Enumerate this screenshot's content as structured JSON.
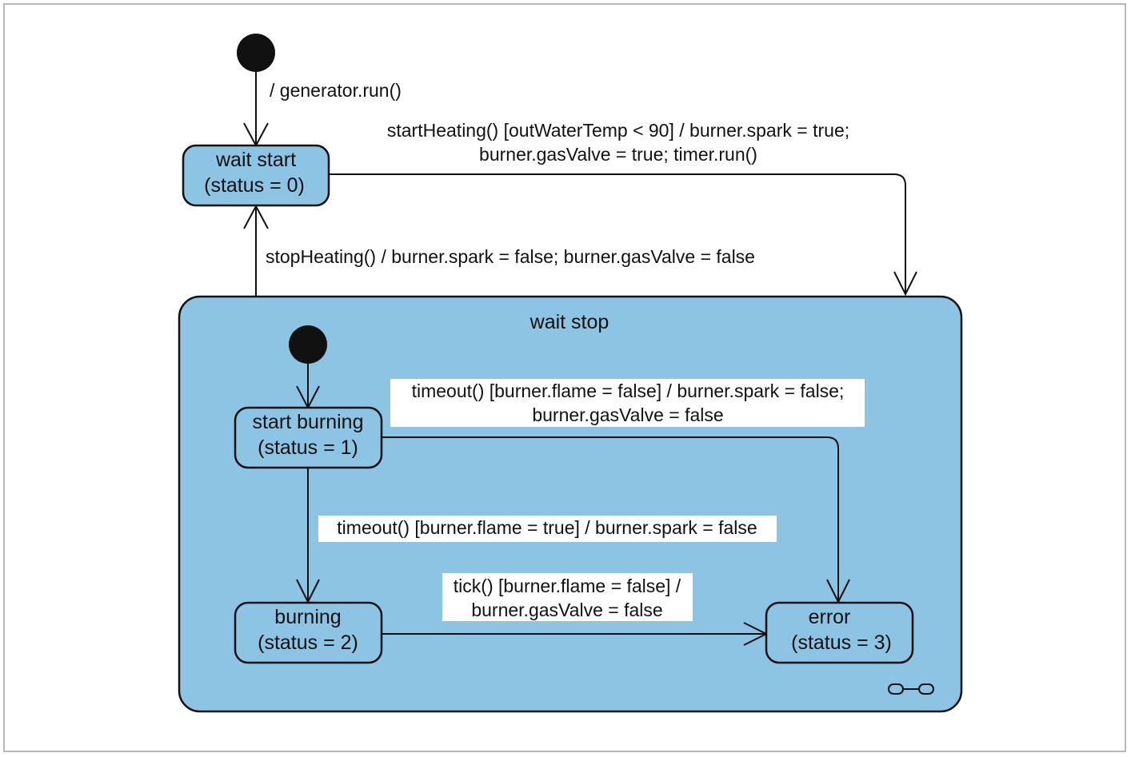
{
  "colors": {
    "state_fill": "#8dc3e3",
    "stroke": "#111111",
    "label_bg": "#ffffff"
  },
  "states": {
    "wait_start": {
      "name": "wait start",
      "status": "(status = 0)"
    },
    "wait_stop": {
      "name": "wait stop"
    },
    "start_burning": {
      "name": "start burning",
      "status": "(status = 1)"
    },
    "burning": {
      "name": "burning",
      "status": "(status = 2)"
    },
    "error": {
      "name": "error",
      "status": "(status = 3)"
    }
  },
  "transitions": {
    "initial_top": "/ generator.run()",
    "start_heating": {
      "line1": "startHeating() [outWaterTemp < 90] / burner.spark = true;",
      "line2": "burner.gasValve = true; timer.run()"
    },
    "stop_heating": "stopHeating() / burner.spark = false; burner.gasValve = false",
    "timeout_no_flame": {
      "line1": "timeout() [burner.flame = false] / burner.spark = false;",
      "line2": "burner.gasValve = false"
    },
    "timeout_flame": "timeout() [burner.flame = true] / burner.spark = false",
    "tick": {
      "line1": "tick() [burner.flame = false] /",
      "line2": "burner.gasValve = false"
    }
  },
  "icons": {
    "composite": "composite-state-icon"
  }
}
